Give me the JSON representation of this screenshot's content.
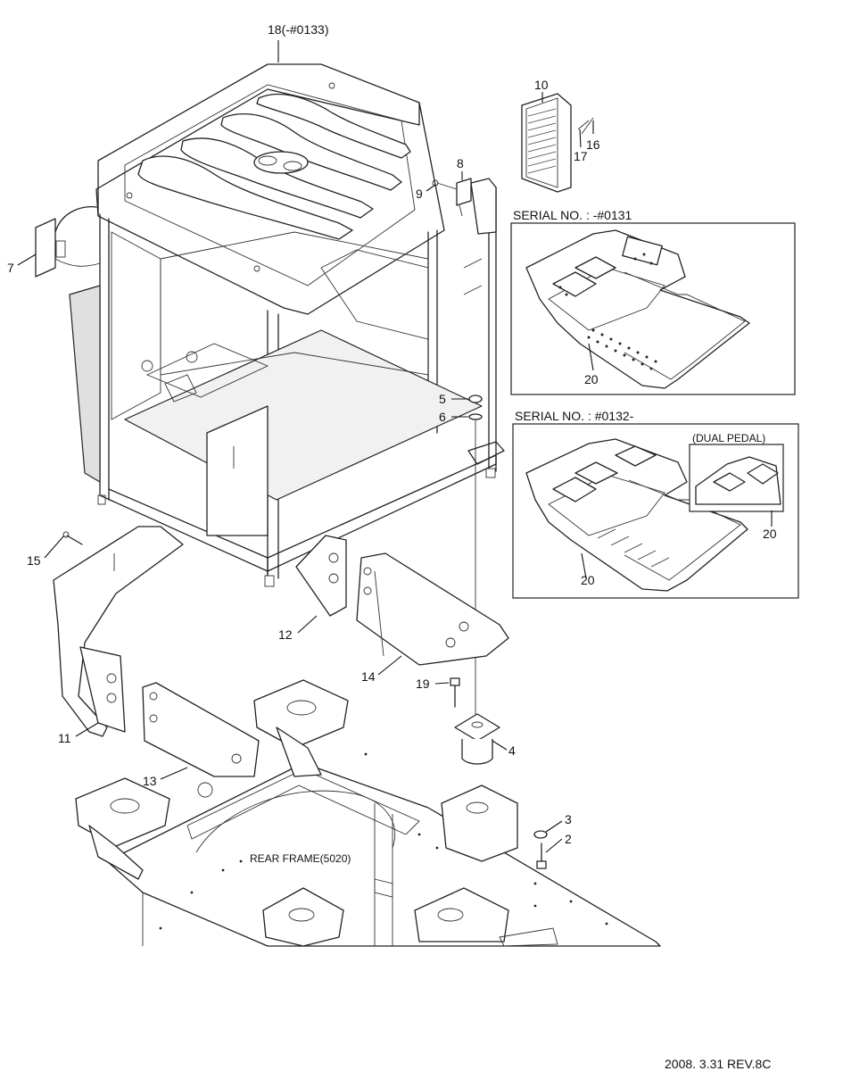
{
  "parts": {
    "p18": "18(-#0133)",
    "p10": "10",
    "p16": "16",
    "p17": "17",
    "p8": "8",
    "p9": "9",
    "p7": "7",
    "p5": "5",
    "p6": "6",
    "p15": "15",
    "p12": "12",
    "p14": "14",
    "p19": "19",
    "p4": "4",
    "p11": "11",
    "p13": "13",
    "p3": "3",
    "p2": "2",
    "p20a": "20",
    "p20b": "20",
    "p20c": "20"
  },
  "insets": {
    "serial_top": "SERIAL NO. : -#0131",
    "serial_bottom": "SERIAL NO. : #0132-",
    "dual_pedal": "(DUAL PEDAL)"
  },
  "labels": {
    "rear_frame": "REAR FRAME(5020)"
  },
  "footer": {
    "revision": "2008. 3.31  REV.8C"
  }
}
